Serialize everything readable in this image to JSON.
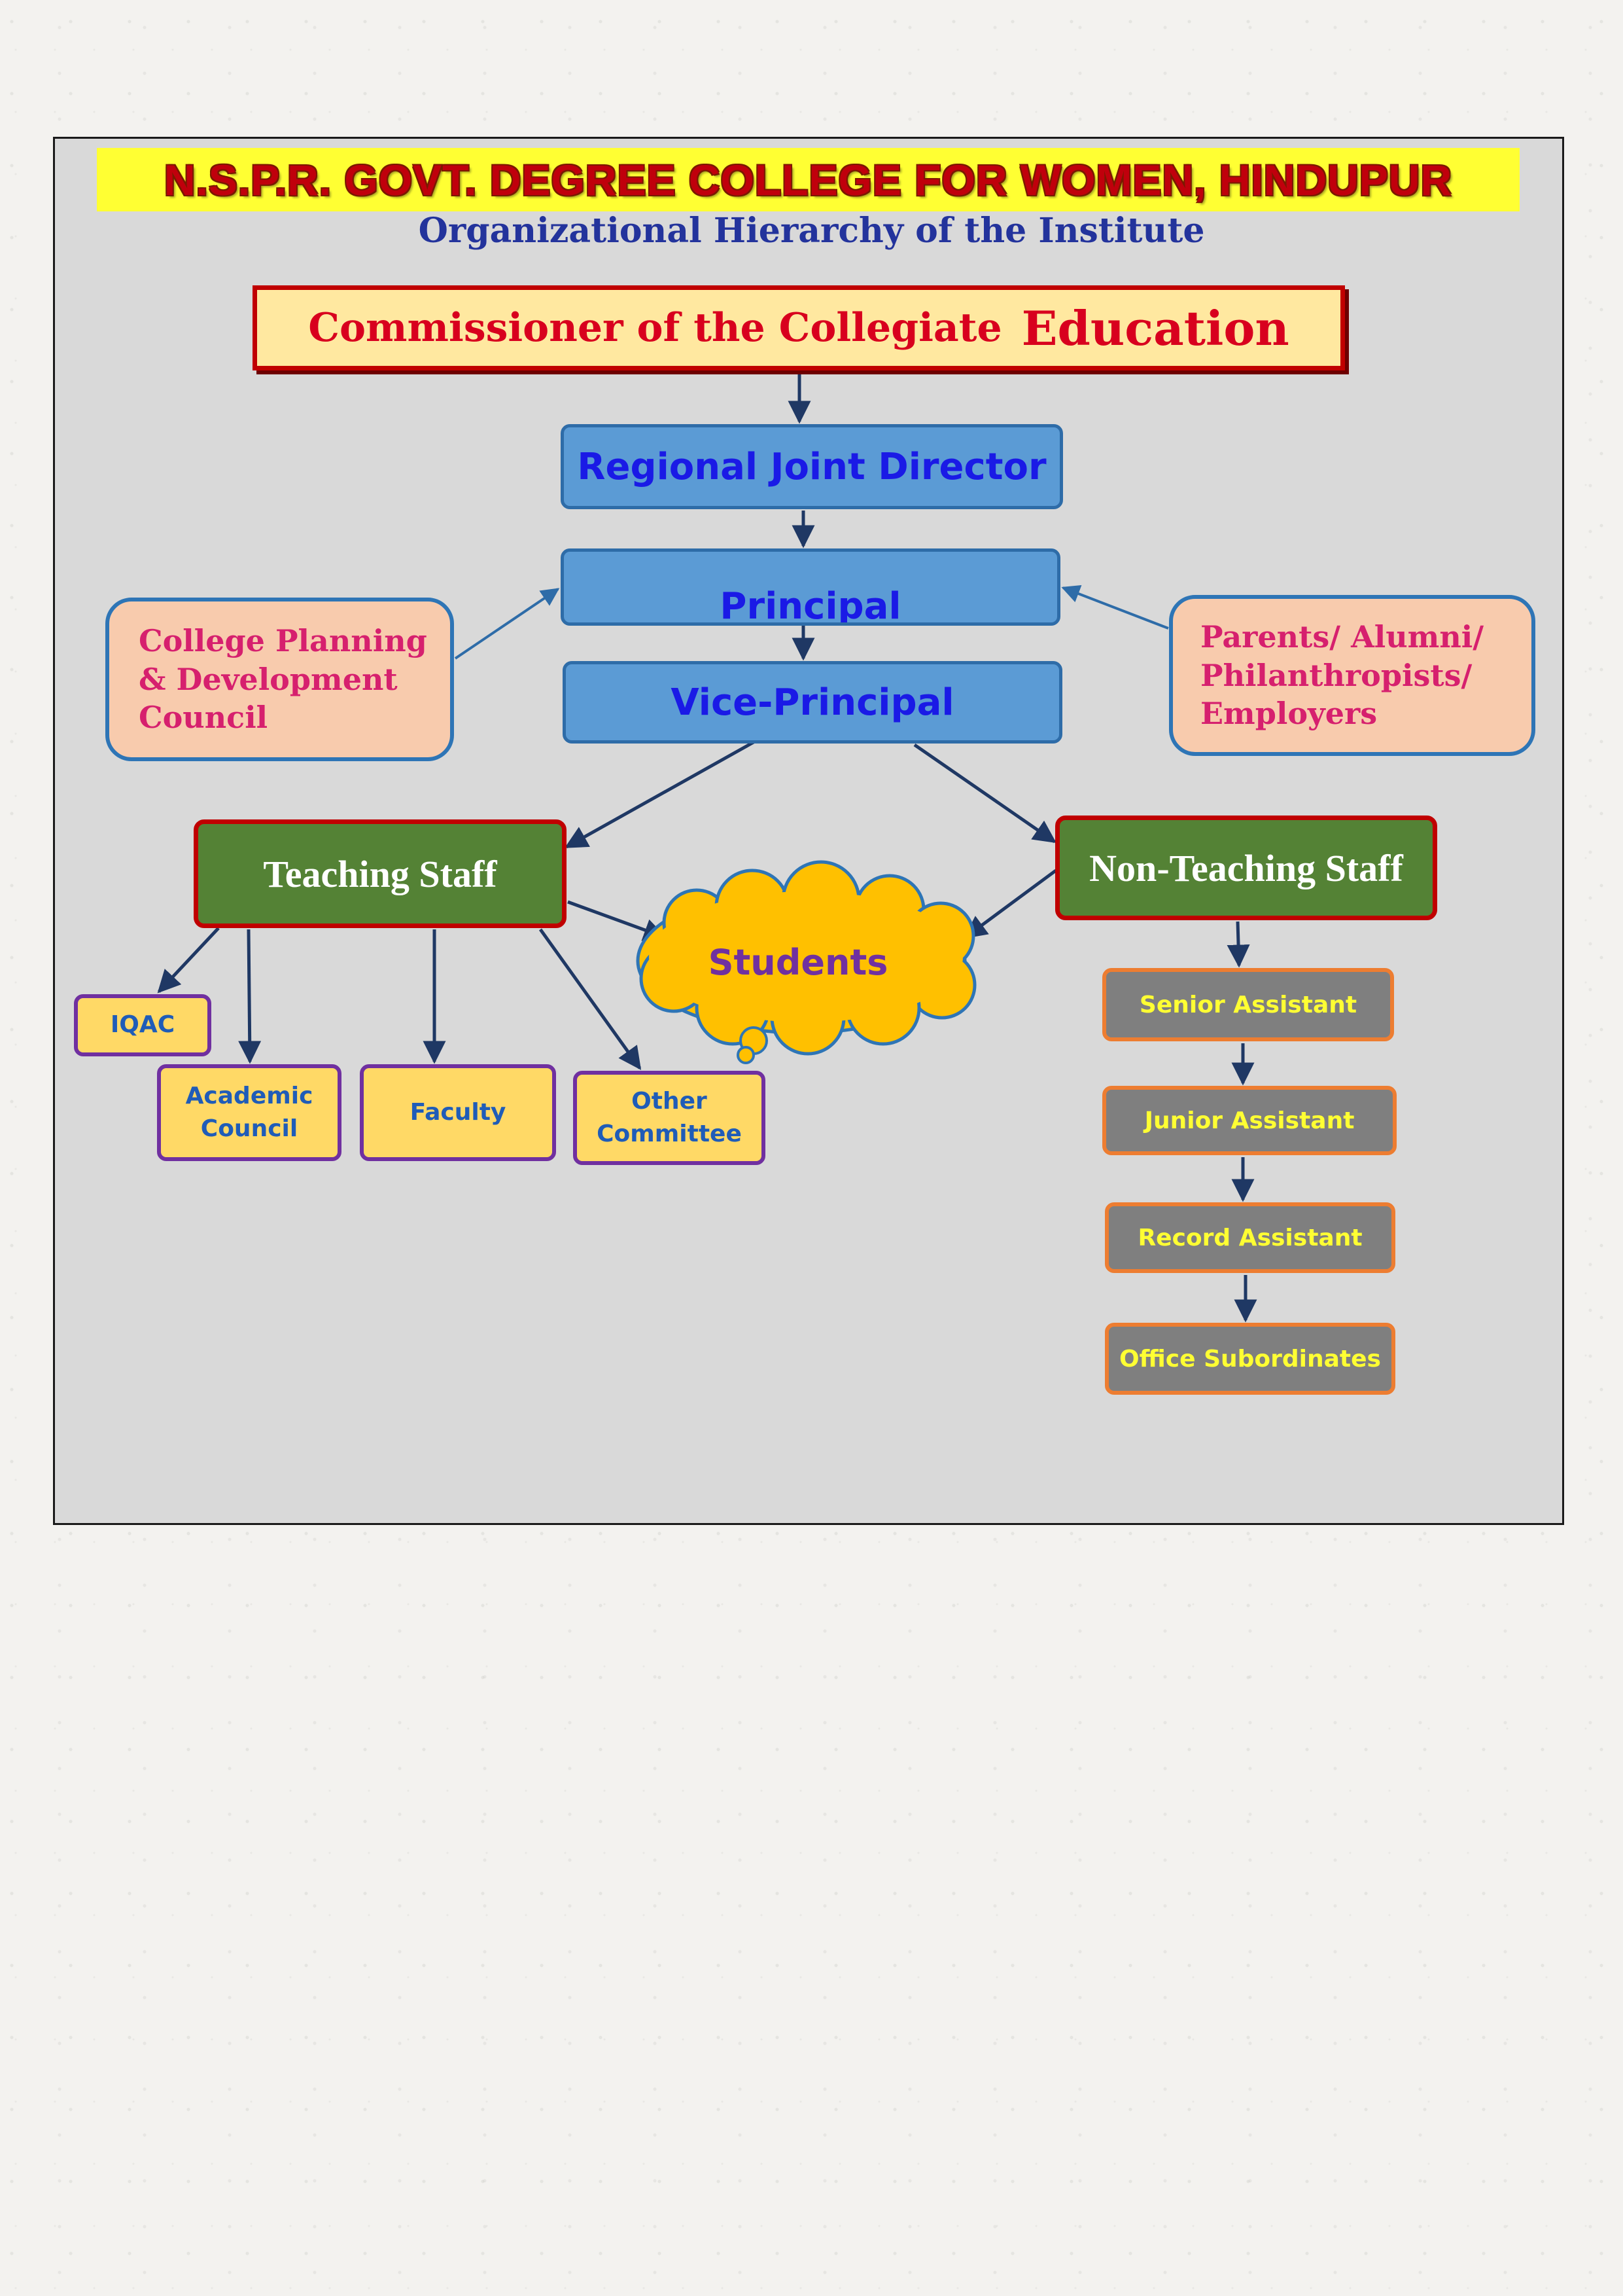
{
  "header": {
    "college_title": "N.S.P.R. GOVT. DEGREE COLLEGE FOR WOMEN, HINDUPUR",
    "subtitle": "Organizational Hierarchy of the Institute"
  },
  "nodes": {
    "commissioner_part1": "Commissioner of the Collegiate",
    "commissioner_part2": "Education",
    "regional_joint_director": "Regional Joint Director",
    "principal": "Principal",
    "vice_principal": "Vice-Principal",
    "college_planning": [
      "College Planning",
      "& Development",
      "Council"
    ],
    "parents": [
      "Parents/ Alumni/",
      "Philanthropists/",
      "Employers"
    ],
    "teaching_staff": "Teaching Staff",
    "non_teaching_staff": "Non-Teaching Staff",
    "students": "Students",
    "iqac": "IQAC",
    "academic_council": [
      "Academic",
      "Council"
    ],
    "faculty": "Faculty",
    "other_committee": [
      "Other",
      "Committee"
    ],
    "senior_assistant": "Senior Assistant",
    "junior_assistant": "Junior Assistant",
    "record_assistant": "Record Assistant",
    "office_subordinates": "Office Subordinates"
  },
  "colors": {
    "title_band": "#ffff33",
    "title_text": "#c0000c",
    "subtitle_text": "#23339c",
    "blue_box": "#5b9bd5",
    "green_box": "#548235",
    "peach_box": "#f8cbad",
    "yellow_box": "#ffd966",
    "grey_box": "#7f7f7f",
    "cloud": "#ffc000",
    "connector": "#1f3864"
  }
}
